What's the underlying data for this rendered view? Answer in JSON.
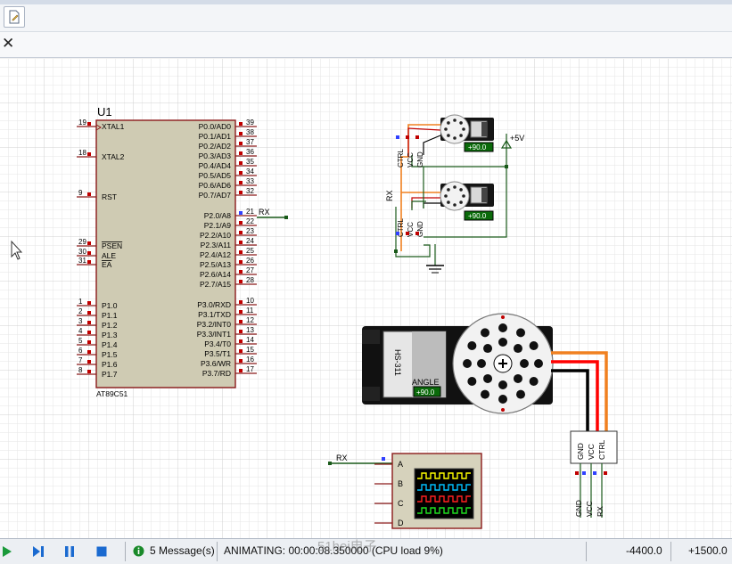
{
  "toolbar": {
    "icon": "edit-document-icon"
  },
  "tabstrip": {
    "close_icon": "close-icon",
    "close_glyph": "✕"
  },
  "ic": {
    "ref": "U1",
    "part": "AT89C51",
    "left_pins": [
      {
        "num": "19",
        "name": "XTAL1"
      },
      {
        "num": "18",
        "name": "XTAL2"
      },
      {
        "num": "9",
        "name": "RST"
      },
      {
        "num": "29",
        "name": "PSEN"
      },
      {
        "num": "30",
        "name": "ALE"
      },
      {
        "num": "31",
        "name": "EA"
      },
      {
        "num": "1",
        "name": "P1.0"
      },
      {
        "num": "2",
        "name": "P1.1"
      },
      {
        "num": "3",
        "name": "P1.2"
      },
      {
        "num": "4",
        "name": "P1.3"
      },
      {
        "num": "5",
        "name": "P1.4"
      },
      {
        "num": "6",
        "name": "P1.5"
      },
      {
        "num": "7",
        "name": "P1.6"
      },
      {
        "num": "8",
        "name": "P1.7"
      }
    ],
    "right_pins": [
      {
        "num": "39",
        "name": "P0.0/AD0"
      },
      {
        "num": "38",
        "name": "P0.1/AD1"
      },
      {
        "num": "37",
        "name": "P0.2/AD2"
      },
      {
        "num": "36",
        "name": "P0.3/AD3"
      },
      {
        "num": "35",
        "name": "P0.4/AD4"
      },
      {
        "num": "34",
        "name": "P0.5/AD5"
      },
      {
        "num": "33",
        "name": "P0.6/AD6"
      },
      {
        "num": "32",
        "name": "P0.7/AD7"
      },
      {
        "num": "21",
        "name": "P2.0/A8"
      },
      {
        "num": "22",
        "name": "P2.1/A9"
      },
      {
        "num": "23",
        "name": "P2.2/A10"
      },
      {
        "num": "24",
        "name": "P2.3/A11"
      },
      {
        "num": "25",
        "name": "P2.4/A12"
      },
      {
        "num": "26",
        "name": "P2.5/A13"
      },
      {
        "num": "27",
        "name": "P2.6/A14"
      },
      {
        "num": "28",
        "name": "P2.7/A15"
      },
      {
        "num": "10",
        "name": "P3.0/RXD"
      },
      {
        "num": "11",
        "name": "P3.1/TXD"
      },
      {
        "num": "12",
        "name": "P3.2/INT0"
      },
      {
        "num": "13",
        "name": "P3.3/INT1"
      },
      {
        "num": "14",
        "name": "P3.4/T0"
      },
      {
        "num": "15",
        "name": "P3.5/T1"
      },
      {
        "num": "16",
        "name": "P3.6/WR"
      },
      {
        "num": "17",
        "name": "P3.7/RD"
      }
    ],
    "rx_label": "RX"
  },
  "servo_circuit": {
    "power_label": "+5V",
    "rx_label": "RX",
    "servo1": {
      "value": "+90.0",
      "pins": [
        "CTRL",
        "VCC",
        "GND"
      ]
    },
    "servo2": {
      "value": "+90.0",
      "pins": [
        "CTRL",
        "VCC",
        "GND"
      ]
    }
  },
  "big_servo": {
    "model": "HS-311",
    "angle_label": "ANGLE",
    "angle_value": "+90.0",
    "header_pins": [
      "GND",
      "VCC",
      "CTRL"
    ],
    "bottom_labels": [
      "GND",
      "VCC",
      "RX"
    ]
  },
  "oscilloscope": {
    "rx_label": "RX",
    "channels": [
      "A",
      "B",
      "C",
      "D"
    ],
    "colors": [
      "#ffff00",
      "#00c0ff",
      "#ff2020",
      "#20e020"
    ]
  },
  "statusbar": {
    "play_icon": "play-icon",
    "step_icon": "step-icon",
    "pause_icon": "pause-icon",
    "stop_icon": "stop-icon",
    "info_icon": "info-icon",
    "messages": "5 Message(s)",
    "status": "ANIMATING: 00:00:08.350000 (CPU load 9%)",
    "coord_x": "-4400.0",
    "coord_y": "+1500.0",
    "watermark": "51hei电子"
  }
}
